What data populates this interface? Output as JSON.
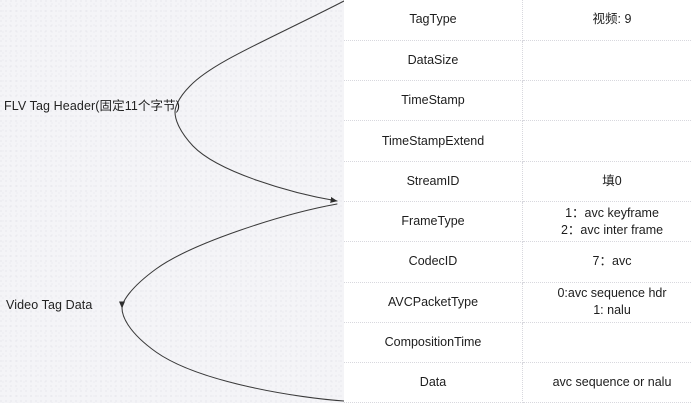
{
  "diagram": {
    "braces": [
      {
        "name": "flv-tag-header",
        "label": "FLV Tag Header(固定11个字节)",
        "spans_rows": "TagType..StreamID"
      },
      {
        "name": "video-tag-data",
        "label": "Video Tag  Data",
        "spans_rows": "FrameType..Data"
      }
    ],
    "line_color": "#3a3a3a",
    "background_color": "#f4f4f7",
    "table_background_color": "#ffffff",
    "grid_color": "#d8d8de"
  },
  "table": {
    "name": "flv-video-tag-fields",
    "rows": [
      {
        "field": "TagType",
        "value_lines": [
          "视频: 9"
        ]
      },
      {
        "field": "DataSize",
        "value_lines": []
      },
      {
        "field": "TimeStamp",
        "value_lines": []
      },
      {
        "field": "TimeStampExtend",
        "value_lines": []
      },
      {
        "field": "StreamID",
        "value_lines": [
          "填0"
        ]
      },
      {
        "field": "FrameType",
        "value_lines": [
          "1：avc keyframe",
          "2：avc inter frame"
        ]
      },
      {
        "field": "CodecID",
        "value_lines": [
          "7：avc"
        ]
      },
      {
        "field": "AVCPacketType",
        "value_lines": [
          "0:avc sequence hdr",
          "1: nalu"
        ]
      },
      {
        "field": "CompositionTime",
        "value_lines": []
      },
      {
        "field": "Data",
        "value_lines": [
          "avc sequence or nalu"
        ]
      }
    ]
  }
}
